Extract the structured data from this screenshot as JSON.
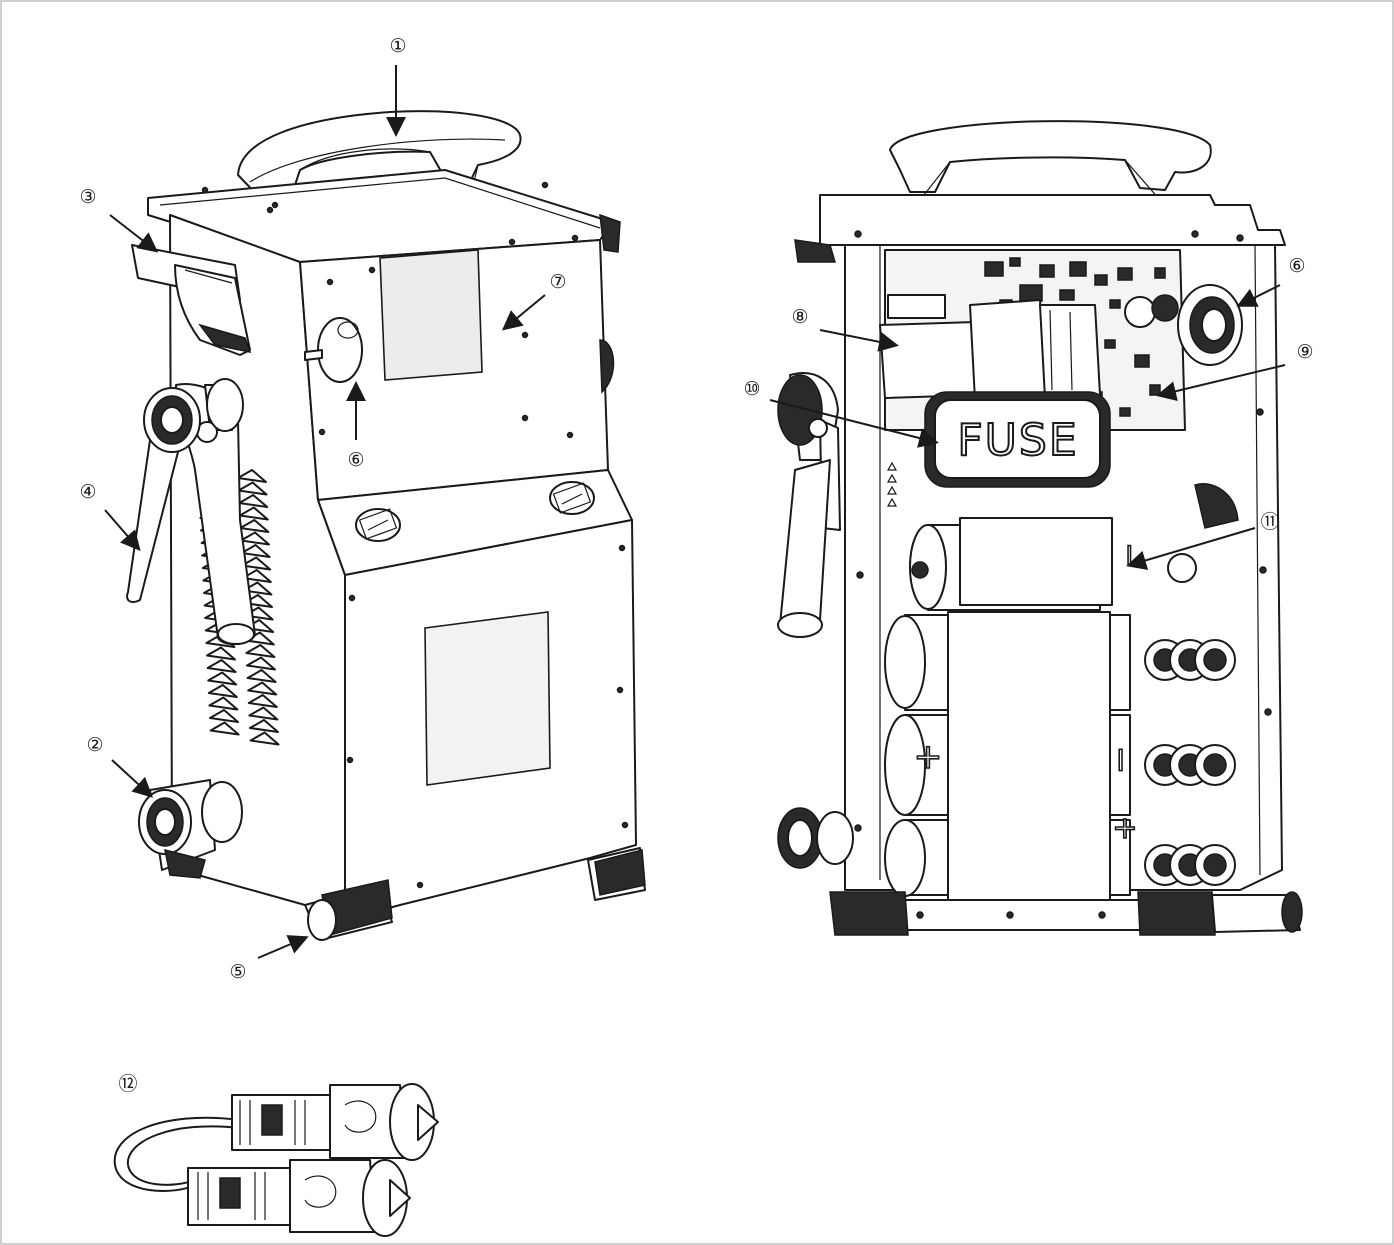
{
  "diagram": {
    "fuse_label": "FUSE",
    "callouts": [
      {
        "id": "1",
        "label": "①"
      },
      {
        "id": "2",
        "label": "②"
      },
      {
        "id": "3",
        "label": "③"
      },
      {
        "id": "4",
        "label": "④"
      },
      {
        "id": "5",
        "label": "⑤"
      },
      {
        "id": "6a",
        "label": "⑥"
      },
      {
        "id": "6b",
        "label": "⑥"
      },
      {
        "id": "7",
        "label": "⑦"
      },
      {
        "id": "8",
        "label": "⑧"
      },
      {
        "id": "9",
        "label": "⑨"
      },
      {
        "id": "10",
        "label": "⑩"
      },
      {
        "id": "11",
        "label": "⑪"
      },
      {
        "id": "12",
        "label": "⑫"
      }
    ],
    "battery_marks": {
      "plus": "+",
      "minus": "−"
    }
  }
}
